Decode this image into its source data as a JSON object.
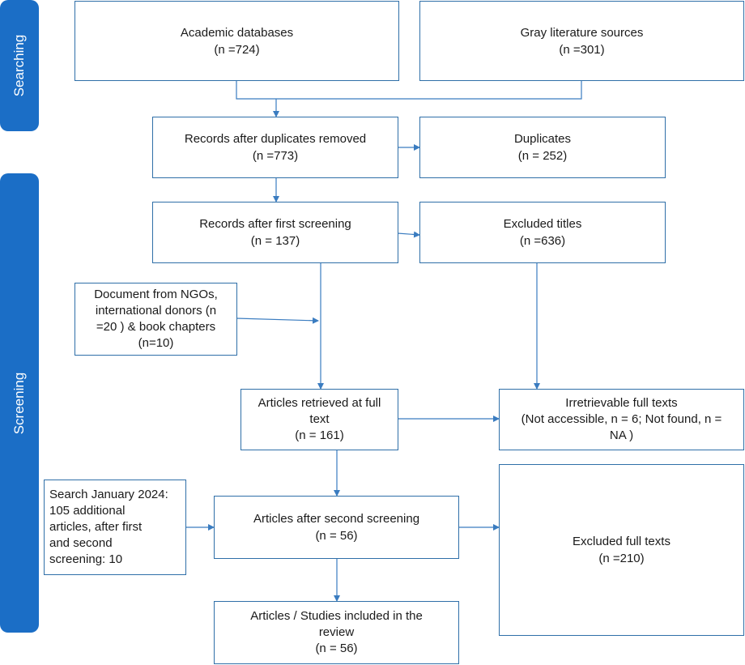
{
  "sidebar": {
    "searching": "Searching",
    "screening": "Screening"
  },
  "boxes": {
    "academic": {
      "line1": "Academic databases",
      "line2": "(n =724)"
    },
    "gray": {
      "line1": "Gray literature sources",
      "line2": "(n =301)"
    },
    "records_dup": {
      "line1": "Records after duplicates removed",
      "line2": "(n =773)"
    },
    "duplicates": {
      "line1": "Duplicates",
      "line2": "(n = 252)"
    },
    "first_screen": {
      "line1": "Records after first screening",
      "line2": "(n = 137)"
    },
    "excluded_titles": {
      "line1": "Excluded titles",
      "line2": "(n =636)"
    },
    "ngo_docs": {
      "line1": "Document from NGOs,",
      "line2": "international donors (n",
      "line3": "=20 ) & book chapters",
      "line4": "(n=10)"
    },
    "full_text": {
      "line1": "Articles retrieved at full",
      "line2": "text",
      "line3": "(n = 161)"
    },
    "irretrievable": {
      "line1": "Irretrievable full texts",
      "line2": "(Not accessible,  n = 6; Not found, n =",
      "line3": "NA )"
    },
    "search_jan": {
      "line1": "Search January 2024:",
      "line2": "105 additional",
      "line3": "articles, after first",
      "line4": "and second",
      "line5": "screening: 10"
    },
    "second_screen": {
      "line1": "Articles after second screening",
      "line2": "(n = 56)"
    },
    "excluded_full": {
      "line1": "Excluded full texts",
      "line2": "(n =210)"
    },
    "included": {
      "line1": "Articles / Studies included in the",
      "line2": "review",
      "line3": "(n = 56)"
    }
  },
  "colors": {
    "sidebar": "#1b6ec6",
    "border": "#2f6fa8",
    "arrow": "#3a7cc0"
  }
}
